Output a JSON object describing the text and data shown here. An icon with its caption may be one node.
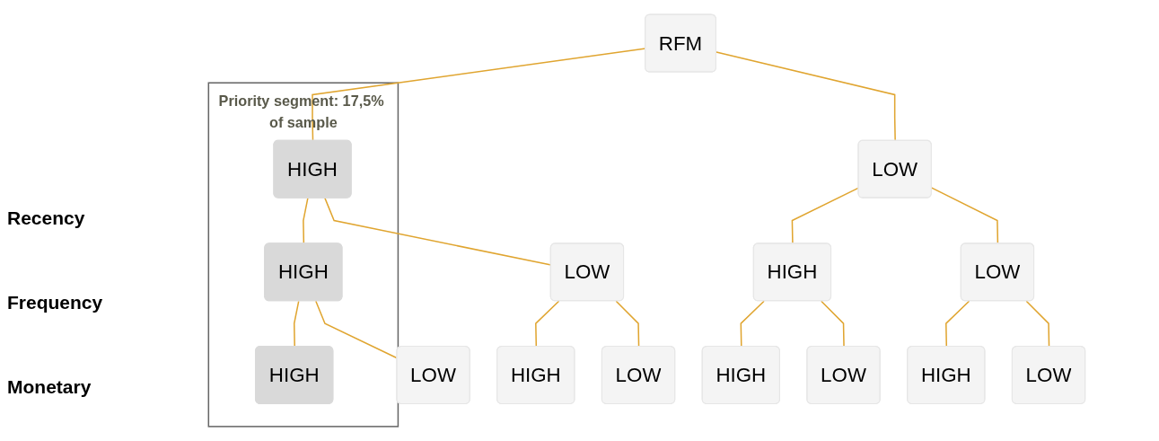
{
  "diagram": {
    "nodes": [
      {
        "text": [
          "Priority segment: 17,5% of sample"
        ]
      },
      {
        "text": [
          "RFM"
        ]
      },
      {
        "text": [
          "HIGH"
        ],
        "in": 0
      },
      {
        "text": [
          "LOW"
        ]
      },
      {
        "text": [
          "HIGH"
        ],
        "in": 0
      },
      {
        "text": [
          "LOW"
        ]
      },
      {
        "text": [
          "HIGH"
        ]
      },
      {
        "text": [
          "LOW"
        ]
      },
      {
        "text": [
          "HIGH"
        ],
        "in": 0
      },
      {
        "text": [
          "LOW"
        ]
      },
      {
        "text": [
          "HIGH"
        ]
      },
      {
        "text": [
          "LOW"
        ]
      },
      {
        "text": [
          "HIGH"
        ]
      },
      {
        "text": [
          "LOW"
        ]
      },
      {
        "text": [
          "HIGH"
        ]
      },
      {
        "text": [
          "LOW"
        ]
      }
    ],
    "edges": [
      {
        "from": 1,
        "to": 2,
        "arrow": "none"
      },
      {
        "from": 1,
        "to": 3,
        "arrow": "none"
      },
      {
        "from": 2,
        "to": 4,
        "arrow": "none"
      },
      {
        "from": 2,
        "to": 5,
        "arrow": "none"
      },
      {
        "from": 3,
        "to": 6,
        "arrow": "none"
      },
      {
        "from": 3,
        "to": 7,
        "arrow": "none"
      },
      {
        "from": 4,
        "to": 8,
        "arrow": "none"
      },
      {
        "from": 4,
        "to": 9,
        "arrow": "none"
      },
      {
        "from": 5,
        "to": 10,
        "arrow": "none"
      },
      {
        "from": 5,
        "to": 11,
        "arrow": "none"
      },
      {
        "from": 6,
        "to": 12,
        "arrow": "none"
      },
      {
        "from": 6,
        "to": 13,
        "arrow": "none"
      },
      {
        "from": 7,
        "to": 14,
        "arrow": "none"
      },
      {
        "from": 7,
        "to": 15,
        "arrow": "none"
      }
    ],
    "labels": [
      "Recency",
      "Frequency",
      "Monetary"
    ]
  }
}
